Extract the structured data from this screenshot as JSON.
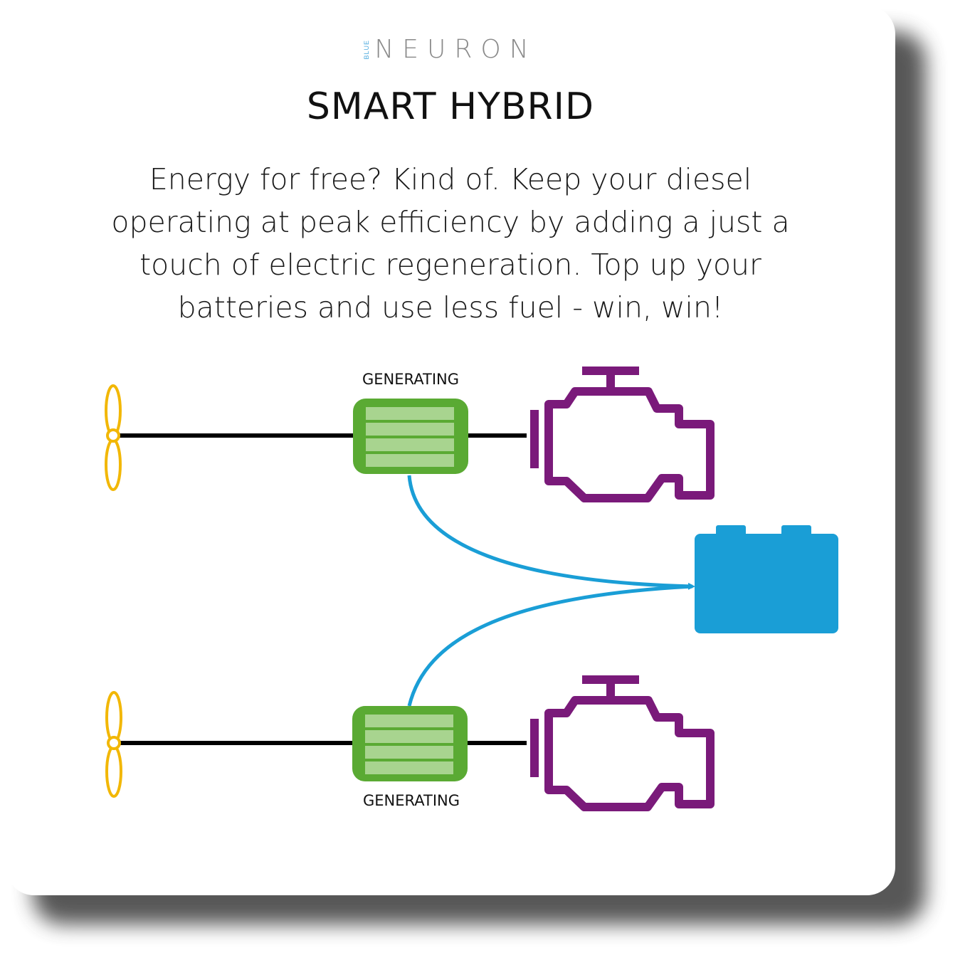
{
  "logo": {
    "small": "BLUE",
    "main": "NEURON"
  },
  "title": "SMART HYBRID",
  "description": "Energy for free? Kind of. Keep your diesel operating at peak efficiency by adding a just a touch of electric regeneration. Top up your batteries and use less fuel - win, win!",
  "top_unit": {
    "status_label": "GENERATING"
  },
  "bottom_unit": {
    "status_label": "GENERATING"
  },
  "colors": {
    "propeller": "#f2b705",
    "shaft": "#000000",
    "generator_fill": "#5aaa33",
    "generator_bars": "#a8d48f",
    "engine": "#7a1a7a",
    "battery": "#1a9ed6",
    "energy_flow": "#1a9ed6"
  },
  "icons": [
    "propeller-icon",
    "generator-icon",
    "engine-icon",
    "battery-icon"
  ]
}
